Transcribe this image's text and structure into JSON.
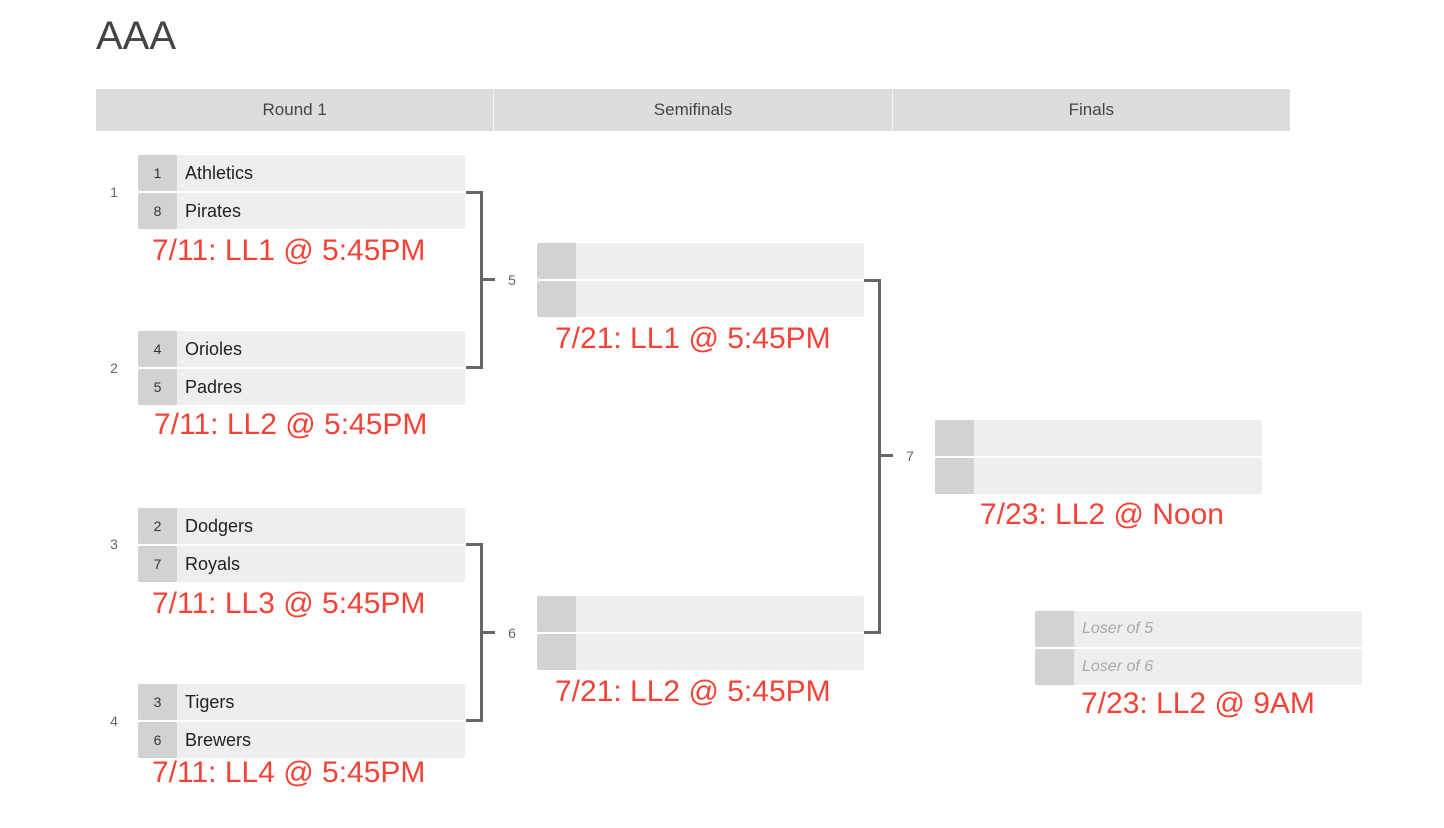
{
  "title": "AAA",
  "rounds": [
    "Round 1",
    "Semifinals",
    "Finals"
  ],
  "matches": {
    "m1": {
      "num": "1",
      "seeds": [
        "1",
        "8"
      ],
      "teams": [
        "Athletics",
        "Pirates"
      ],
      "schedule": "7/11: LL1 @ 5:45PM"
    },
    "m2": {
      "num": "2",
      "seeds": [
        "4",
        "5"
      ],
      "teams": [
        "Orioles",
        "Padres"
      ],
      "schedule": "7/11: LL2 @ 5:45PM"
    },
    "m3": {
      "num": "3",
      "seeds": [
        "2",
        "7"
      ],
      "teams": [
        "Dodgers",
        "Royals"
      ],
      "schedule": "7/11: LL3 @ 5:45PM"
    },
    "m4": {
      "num": "4",
      "seeds": [
        "3",
        "6"
      ],
      "teams": [
        "Tigers",
        "Brewers"
      ],
      "schedule": "7/11: LL4 @ 5:45PM"
    },
    "m5": {
      "num": "5",
      "seeds": [
        "",
        ""
      ],
      "teams": [
        "",
        ""
      ],
      "schedule": "7/21: LL1 @ 5:45PM"
    },
    "m6": {
      "num": "6",
      "seeds": [
        "",
        ""
      ],
      "teams": [
        "",
        ""
      ],
      "schedule": "7/21: LL2 @ 5:45PM"
    },
    "m7": {
      "num": "7",
      "seeds": [
        "",
        ""
      ],
      "teams": [
        "",
        ""
      ],
      "schedule": "7/23: LL2 @ Noon"
    },
    "consolation": {
      "seeds": [
        "",
        ""
      ],
      "teams": [
        "Loser of 5",
        "Loser of 6"
      ],
      "schedule": "7/23: LL2 @ 9AM"
    }
  },
  "colors": {
    "schedule": "#f44336",
    "seed_bg": "#d2d2d2",
    "slot_bg": "#eeeeee",
    "header_bg": "#dddddd",
    "connector": "#666666"
  }
}
